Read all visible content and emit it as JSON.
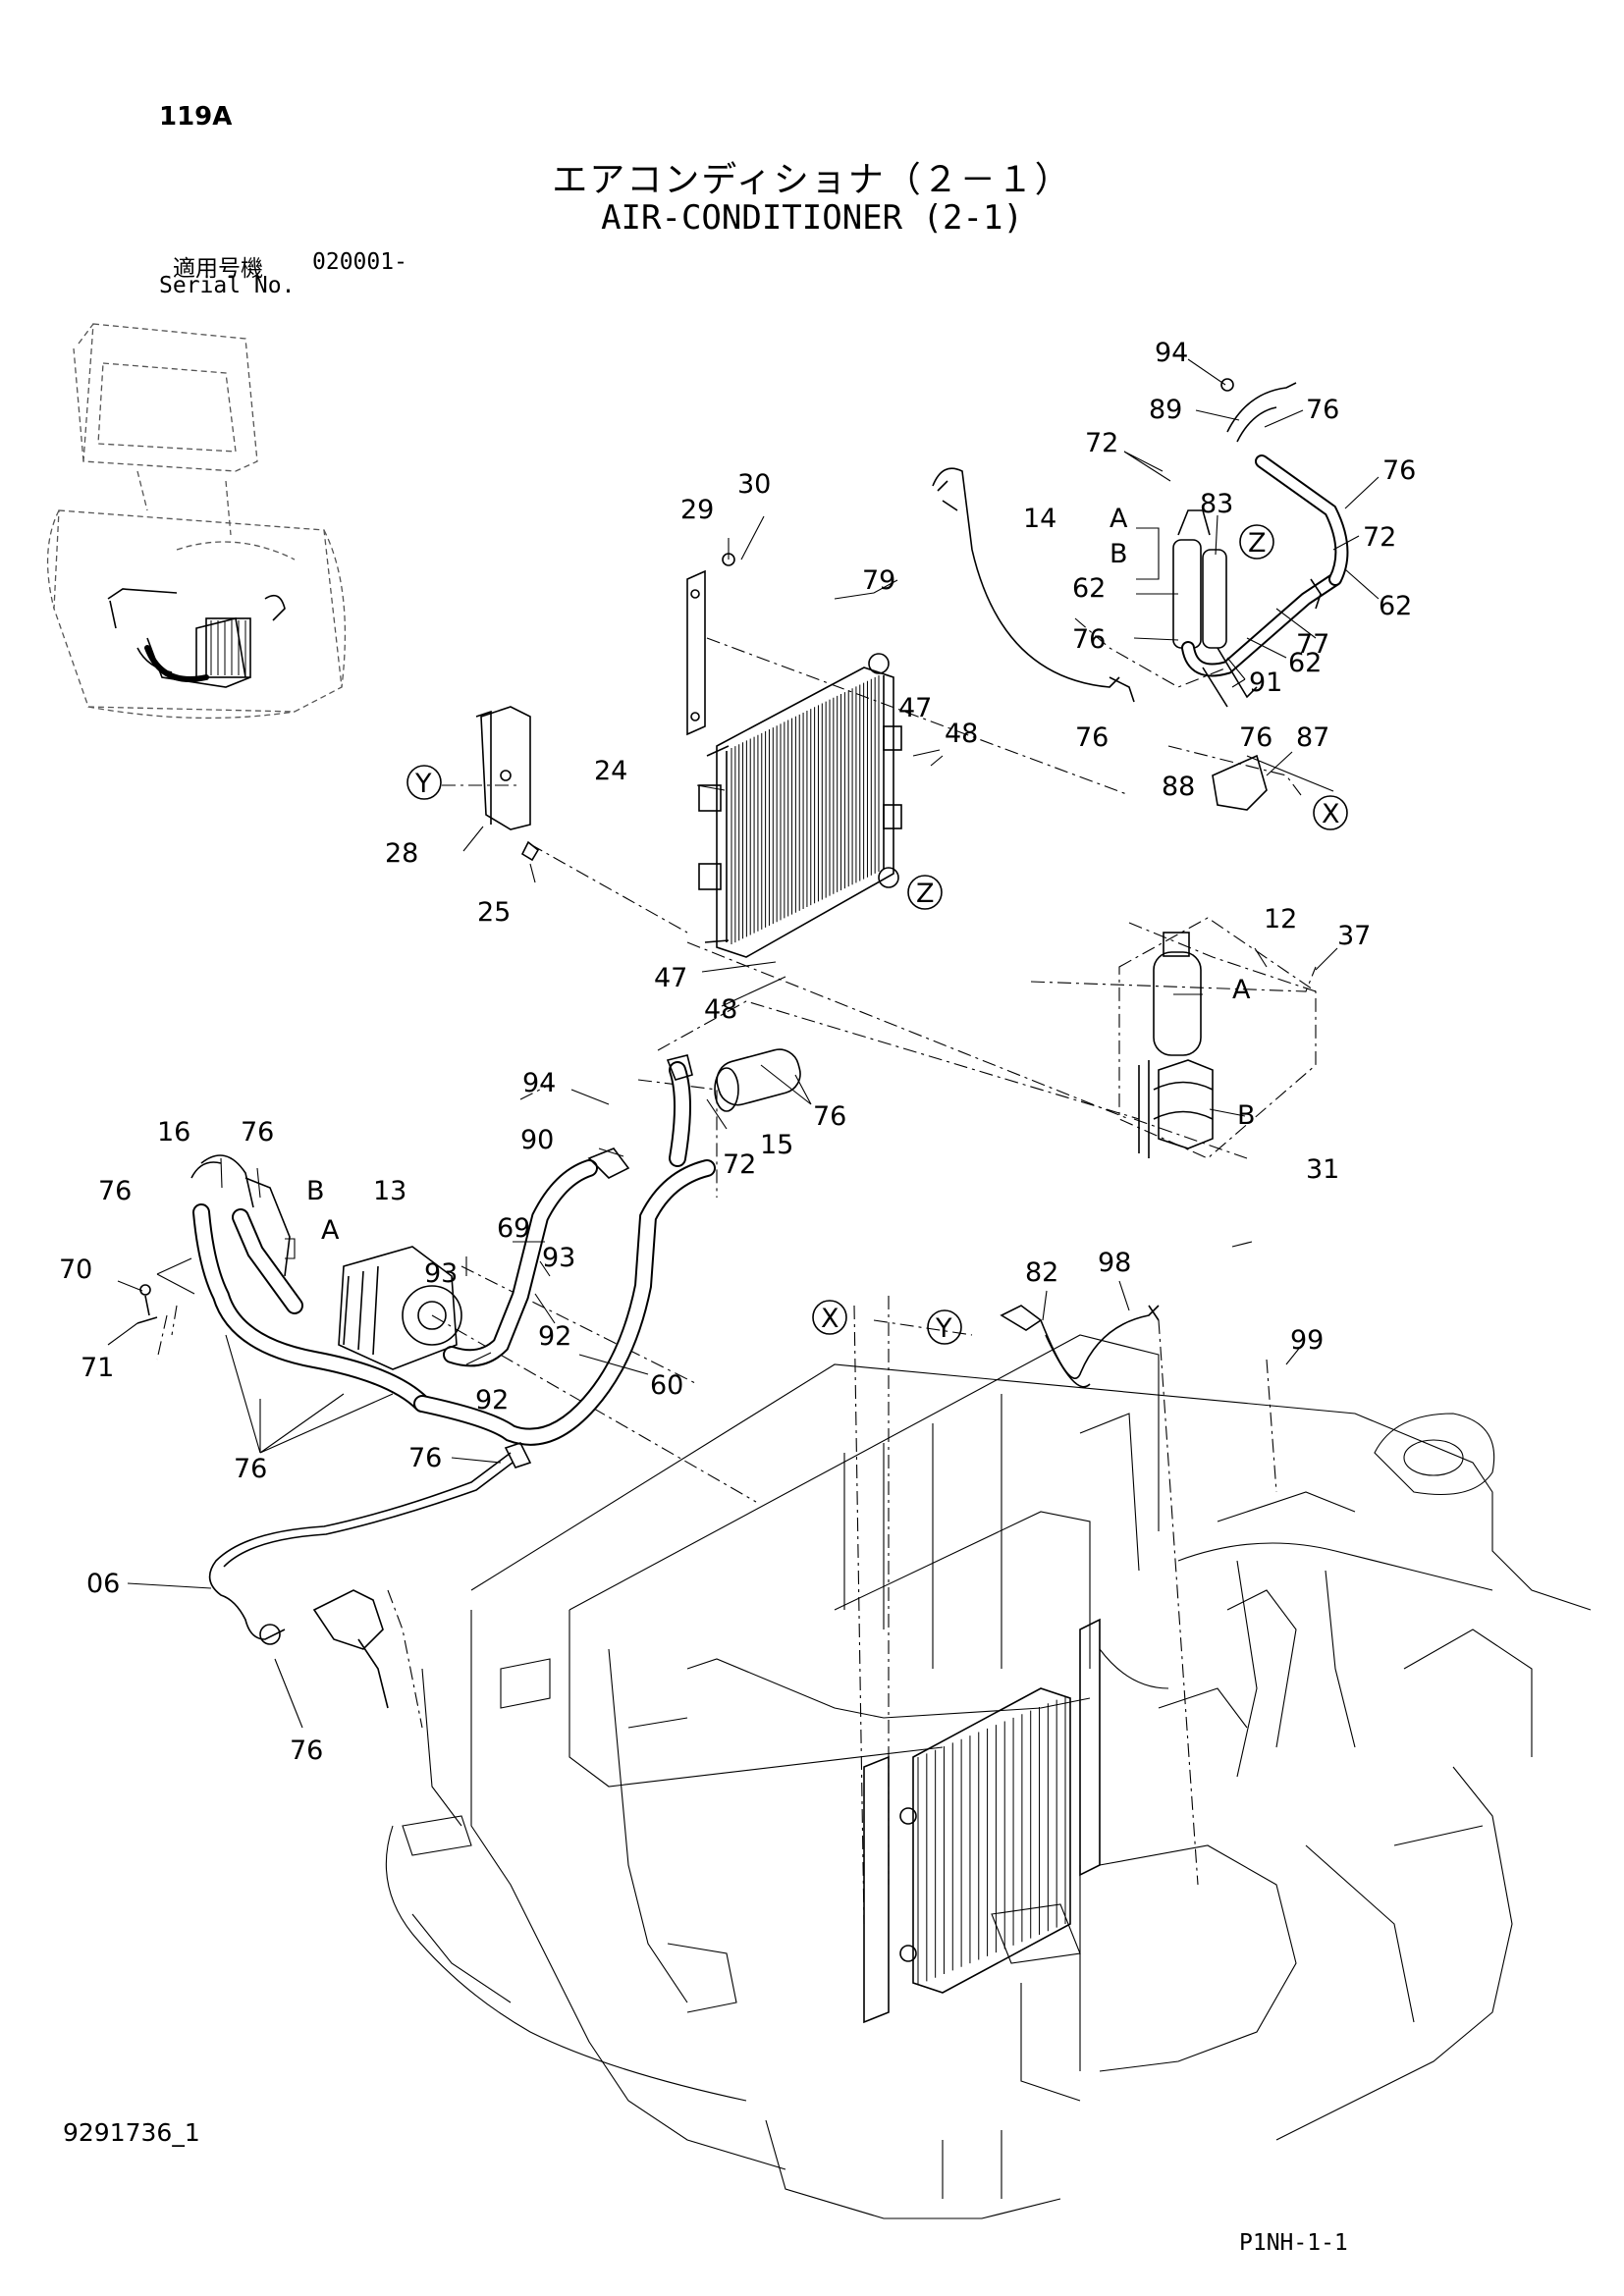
{
  "header": {
    "page_number": "119A",
    "title_jp": "エアコンディショナ（２－１）",
    "title_en": "AIR-CONDITIONER (2-1)",
    "serial_label_jp": "適用号機",
    "serial_value": "020001-",
    "serial_label_en": "Serial No."
  },
  "footer": {
    "doc_number": "9291736_1",
    "sheet_code": "P1NH-1-1"
  },
  "callouts": {
    "c94a": "94",
    "c89": "89",
    "c76a": "76",
    "c76b": "76",
    "c72a": "72",
    "c83": "83",
    "c14": "14",
    "c14A": "A",
    "c14B": "B",
    "cZa": "Z",
    "c72b": "72",
    "c62a": "62",
    "c62b": "62",
    "c79": "79",
    "c76c": "76",
    "c77": "77",
    "c62c": "62",
    "c91": "91",
    "c76d": "76",
    "c76e": "76",
    "c87": "87",
    "c88": "88",
    "cXa": "X",
    "c29": "29",
    "c30": "30",
    "c47a": "47",
    "c48a": "48",
    "c24": "24",
    "cYa": "Y",
    "c28": "28",
    "c25": "25",
    "cZb": "Z",
    "c47b": "47",
    "c48b": "48",
    "c12": "12",
    "c37": "37",
    "c12A": "A",
    "c12B": "B",
    "c31": "31",
    "c94b": "94",
    "c76f": "76",
    "c15": "15",
    "c72c": "72",
    "c90": "90",
    "c16": "16",
    "c76g": "76",
    "c13": "13",
    "c13B": "B",
    "c13A": "A",
    "c76h": "76",
    "c69": "69",
    "c93a": "93",
    "c93b": "93",
    "c70": "70",
    "c71": "71",
    "c92a": "92",
    "c92b": "92",
    "c60": "60",
    "c76i": "76",
    "c76j": "76",
    "c06": "06",
    "c76k": "76",
    "cXb": "X",
    "cYb": "Y",
    "c82": "82",
    "c98": "98",
    "c99": "99"
  }
}
